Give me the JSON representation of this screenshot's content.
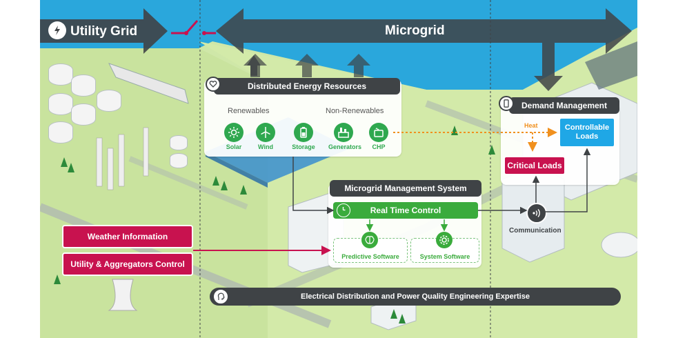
{
  "utility_grid_label": "Utility Grid",
  "microgrid_label": "Microgrid",
  "der": {
    "title": "Distributed Energy Resources",
    "renewables_label": "Renewables",
    "non_renewables_label": "Non-Renewables",
    "resources": [
      {
        "label": "Solar",
        "icon": "sun-icon"
      },
      {
        "label": "Wind",
        "icon": "wind-turbine-icon"
      },
      {
        "label": "Storage",
        "icon": "battery-icon"
      },
      {
        "label": "Generators",
        "icon": "generator-icon"
      },
      {
        "label": "CHP",
        "icon": "chp-icon"
      }
    ]
  },
  "demand": {
    "title": "Demand Management",
    "heat_label": "Heat",
    "controllable_loads": "Controllable Loads",
    "critical_loads": "Critical Loads",
    "communication_label": "Communication"
  },
  "mms": {
    "title": "Microgrid Management System",
    "real_time_control": "Real Time Control",
    "predictive_software": "Predictive Software",
    "system_software": "System Software"
  },
  "inputs": {
    "weather": "Weather Information",
    "utility_control": "Utility & Aggregators Control"
  },
  "footer_bar": "Electrical Distribution and Power Quality Engineering Expertise",
  "colors": {
    "dark_header": "#3f4346",
    "green": "#3aab3c",
    "crimson": "#c8124f",
    "blue": "#1fa7e6",
    "orange": "#f0901e",
    "water": "#2aa7dc",
    "land": "#cfe7a8"
  }
}
